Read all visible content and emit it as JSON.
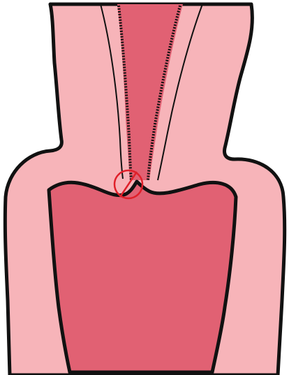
{
  "colors": {
    "background": "#ffffff",
    "outer_tissue": "#f7b4b9",
    "inner_lumen": "#e16173",
    "outline": "#111111",
    "highlight_circle": "#e0202a"
  },
  "diagram": {
    "elements": [
      "outer-tissue",
      "inner-lumen",
      "upper-channel",
      "stitched-margin-left",
      "stitched-margin-right",
      "highlight-circle"
    ]
  }
}
